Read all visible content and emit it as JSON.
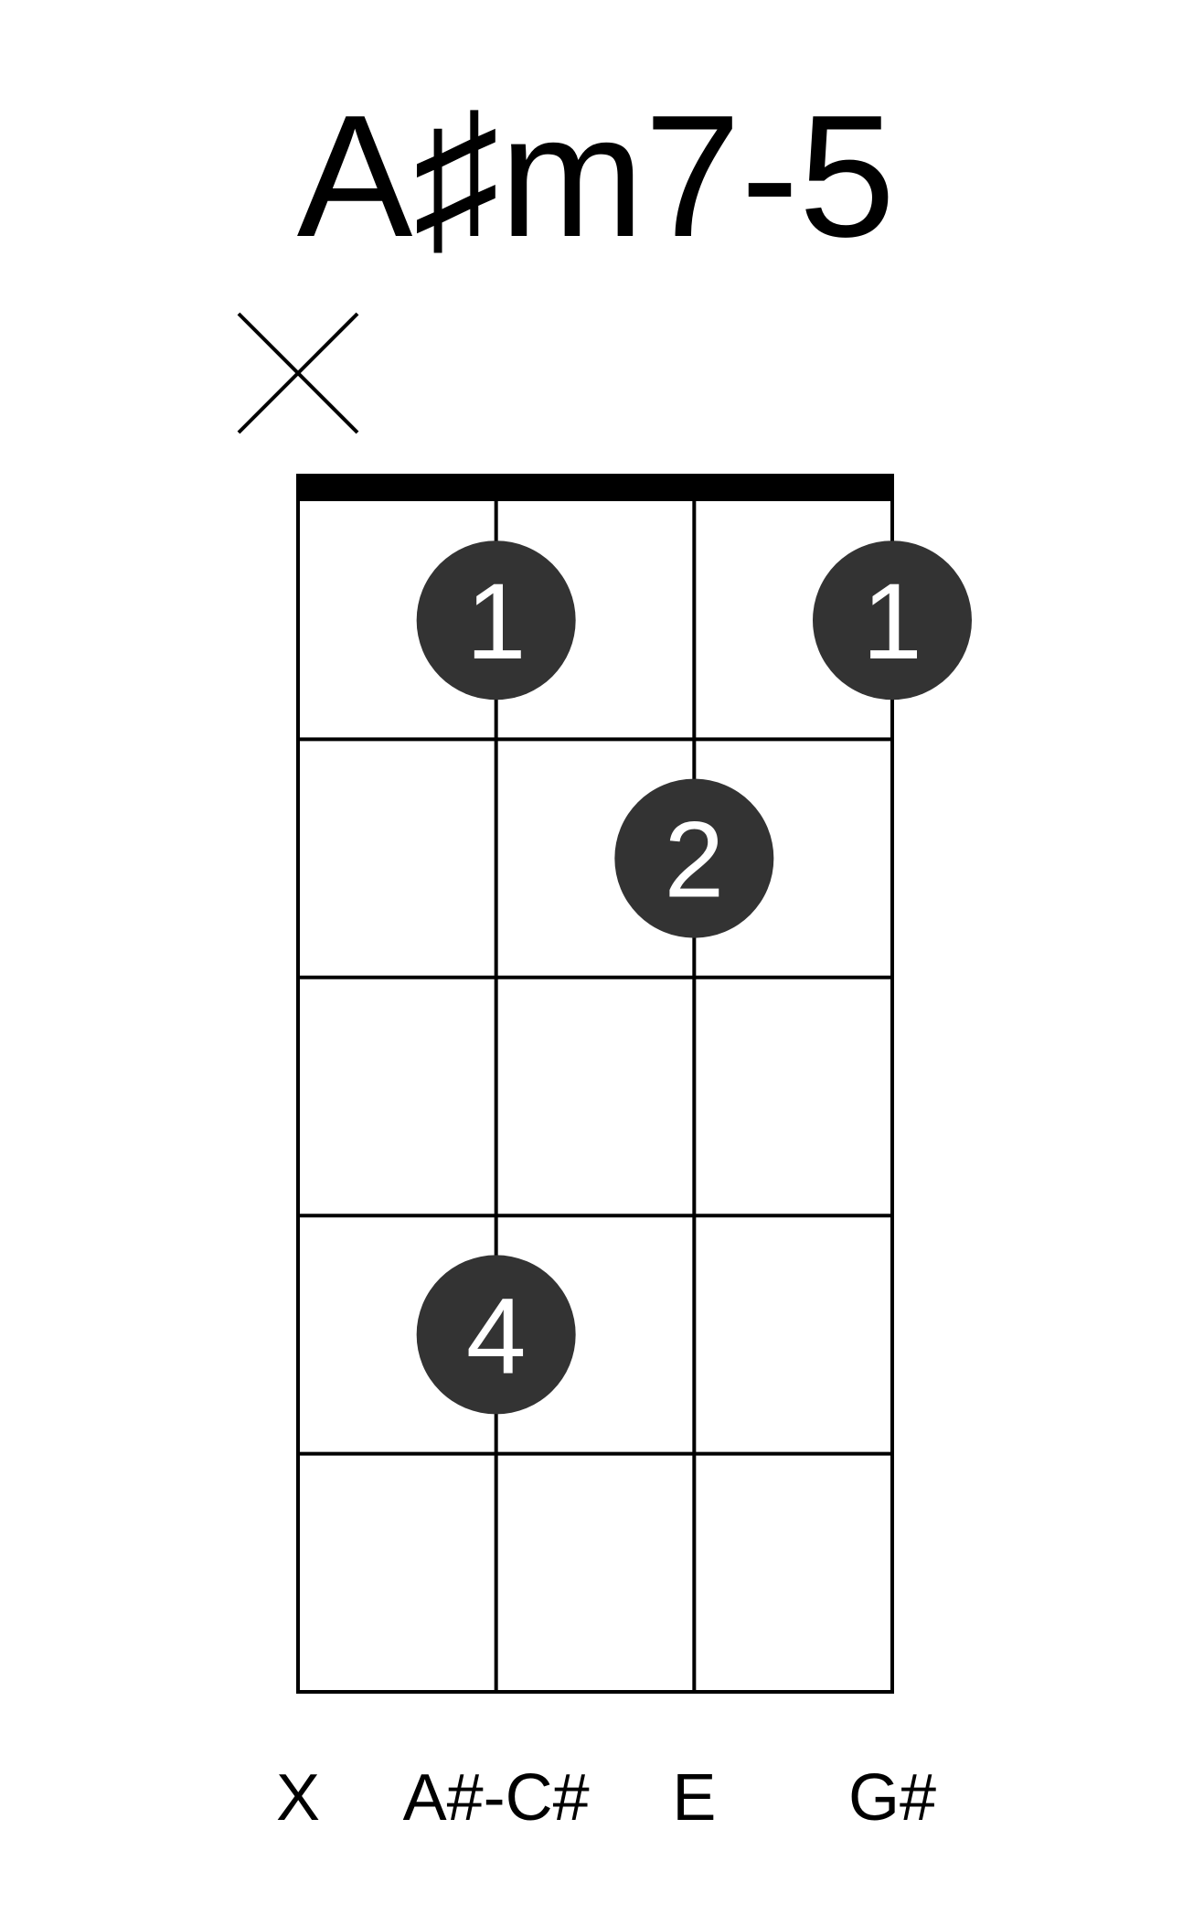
{
  "title": "A♯m7-5",
  "colors": {
    "line": "#000000",
    "dot": "#333333",
    "dot_text": "#ffffff",
    "background": "#ffffff"
  },
  "strings": [
    {
      "name": "string-1",
      "open_state": "muted",
      "open_marker_icon": "x-mute-icon"
    },
    {
      "name": "string-2",
      "open_state": "fretted"
    },
    {
      "name": "string-3",
      "open_state": "fretted"
    },
    {
      "name": "string-4",
      "open_state": "fretted"
    }
  ],
  "frets_shown": 5,
  "fingers": [
    {
      "string": 2,
      "fret": 1,
      "finger": "1"
    },
    {
      "string": 4,
      "fret": 1,
      "finger": "1"
    },
    {
      "string": 3,
      "fret": 2,
      "finger": "2"
    },
    {
      "string": 2,
      "fret": 4,
      "finger": "4"
    }
  ],
  "note_labels": [
    "X",
    "A#-C#",
    "E",
    "G#"
  ]
}
